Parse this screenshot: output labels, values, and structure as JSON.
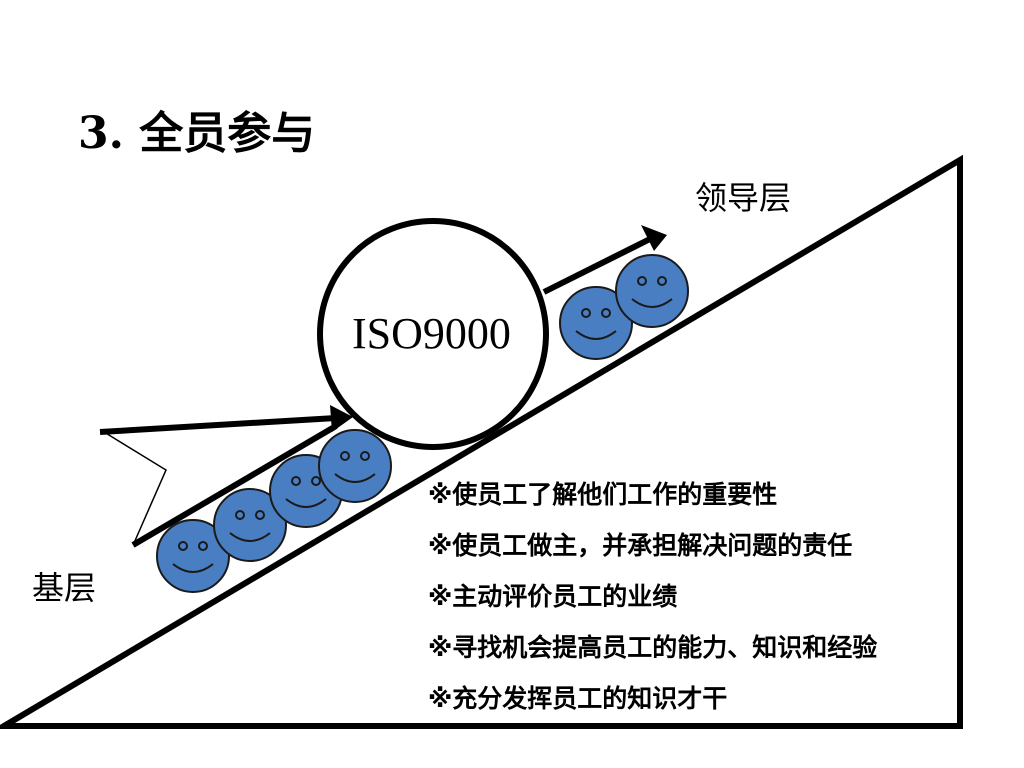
{
  "title": "3. 全员参与",
  "levels": {
    "top": "领导层",
    "bottom": "基层"
  },
  "ball": {
    "label": "ISO9000"
  },
  "faces": {
    "color": "#4a7ec2"
  },
  "bullets": [
    "※使员工了解他们工作的重要性",
    "※使员工做主，并承担解决问题的责任",
    "※主动评价员工的业绩",
    "※寻找机会提高员工的能力、知识和经验",
    "※充分发挥员工的知识才干"
  ]
}
